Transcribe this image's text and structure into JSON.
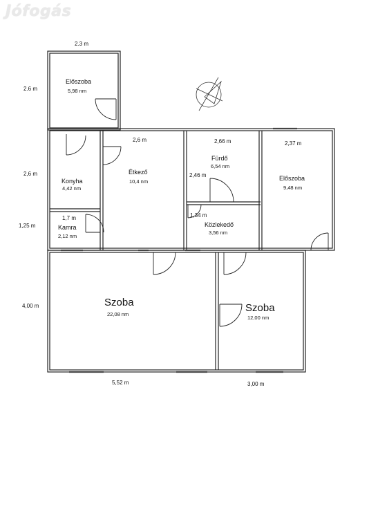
{
  "watermark": "Jófogás",
  "dimensions": {
    "top_left_width": "2.3 m",
    "left_eloszoba": "2.6 m",
    "left_konyha": "2,6 m",
    "left_kamra": "1,25 m",
    "left_szoba": "4,00 m",
    "kamra_width": "1,7 m",
    "etkezo_width": "2,6 m",
    "furdo_width": "2,66 m",
    "furdo_height": "2,46 m",
    "eloszoba2_width": "2,37 m",
    "kozlekedo_width": "1,34 m",
    "bottom_szoba1": "5,52 m",
    "bottom_szoba2": "3,00 m"
  },
  "rooms": {
    "eloszoba1": {
      "name": "Előszoba",
      "area": "5,98 nm"
    },
    "konyha": {
      "name": "Konyha",
      "area": "4,42 nm"
    },
    "etkezo": {
      "name": "Étkező",
      "area": "10,4 nm"
    },
    "furdo": {
      "name": "Fürdő",
      "area": "6,54 nm"
    },
    "eloszoba2": {
      "name": "Előszoba",
      "area": "9,48 nm"
    },
    "kamra": {
      "name": "Kamra",
      "area": "2,12 nm"
    },
    "kozlekedo": {
      "name": "Közlekedő",
      "area": "3,56 nm"
    },
    "szoba1": {
      "name": "Szoba",
      "area": "22,08 nm"
    },
    "szoba2": {
      "name": "Szoba",
      "area": "12,00 nm"
    }
  }
}
